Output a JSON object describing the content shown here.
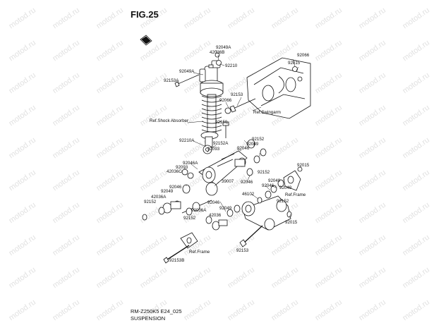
{
  "figure": {
    "title": "FIG.25"
  },
  "footer": {
    "code": "RM-Z250K5 E24_025",
    "caption": "SUSPENSION"
  },
  "watermark": {
    "text": "motod.ru"
  },
  "part_labels": [
    "92049A",
    "42036B",
    "92210",
    "92049A",
    "92153A",
    "92066",
    "92015",
    "92153",
    "92066",
    "Ref.Swingarm",
    "Ref.Shock Absorber",
    "92150",
    "92210A",
    "92152A",
    "92152",
    "92093",
    "92049",
    "92046",
    "92046A",
    "92093",
    "92152",
    "42036C",
    "92015",
    "39007",
    "92046",
    "92046",
    "92049",
    "46102",
    "92049",
    "Ref.Frame",
    "42036A",
    "92152",
    "92046",
    "92049",
    "92152",
    "92046",
    "92036A",
    "42036",
    "92152",
    "92049",
    "92015",
    "Ref.Frame",
    "92153",
    "92153B"
  ]
}
